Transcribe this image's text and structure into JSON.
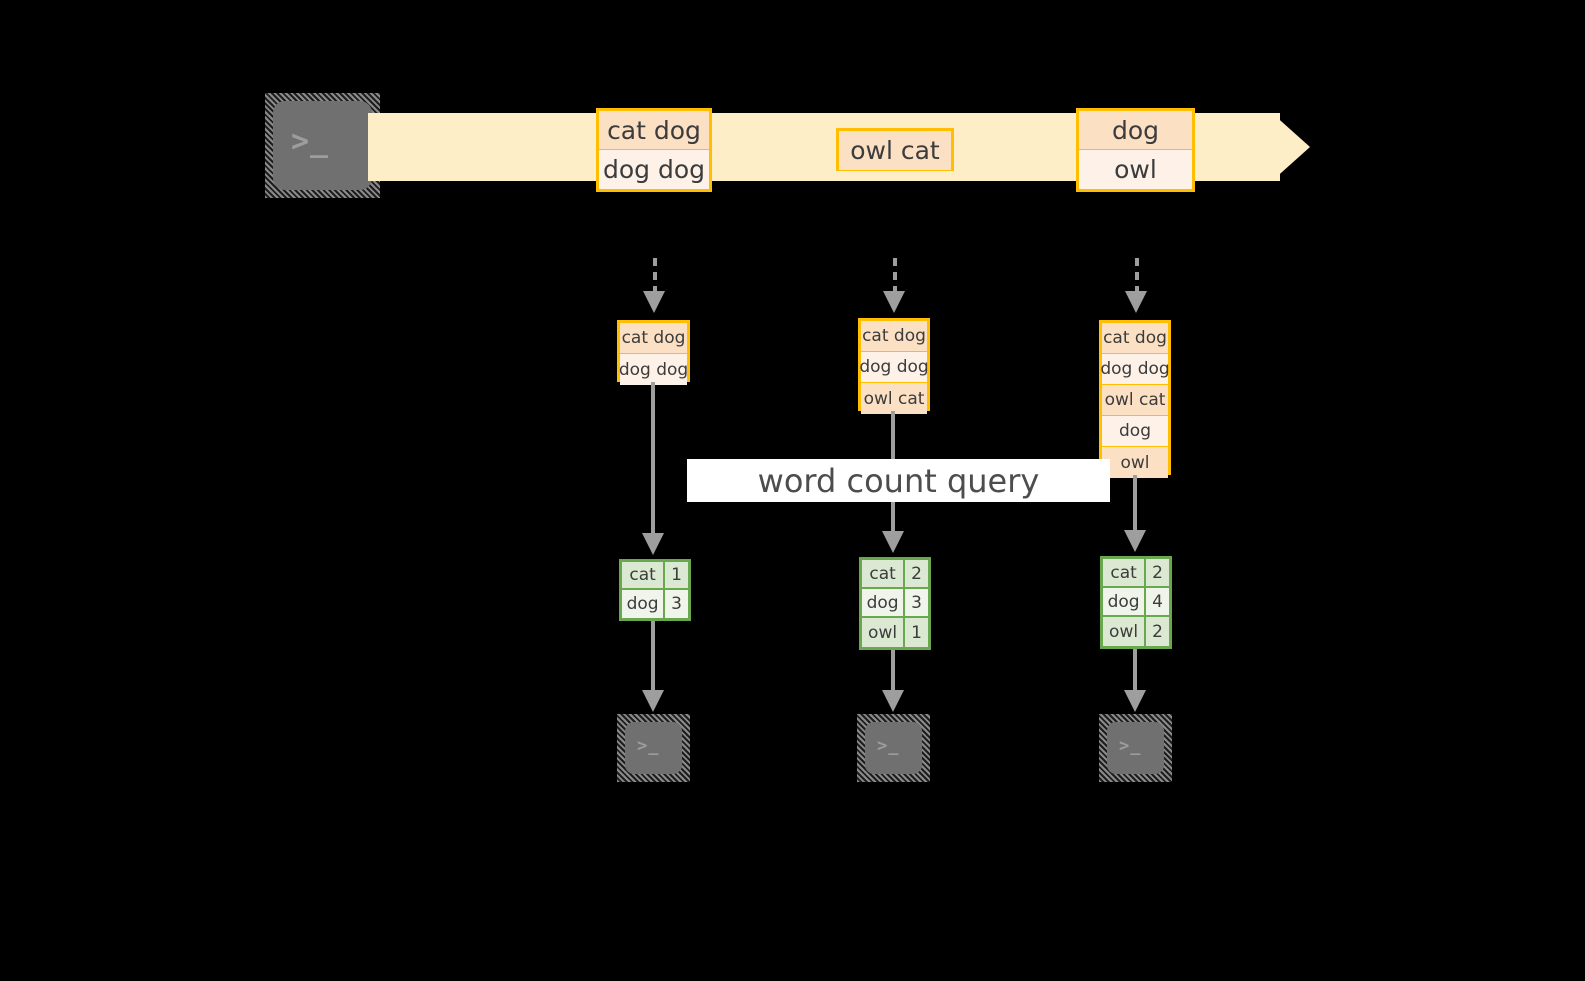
{
  "diagram": {
    "title_label": "word count query",
    "colors": {
      "background": "#000000",
      "timeline_band": "#fdeec8",
      "stream_border": "#ffbf00",
      "stream_cell_dark": "#fce0c4",
      "stream_cell_light": "#fdf1e8",
      "table_border": "#6aa84f",
      "table_cell_dark": "#dce9d2",
      "table_cell_light": "#f0f5ec",
      "connector": "#9e9e9e",
      "terminal_fill": "#707070",
      "label_background": "#ffffff",
      "text": "#3c3c3c"
    },
    "producer": {
      "icon": "terminal-icon",
      "glyph": ">_"
    },
    "timeline_events": [
      {
        "id": "event-1",
        "lines": [
          "cat dog",
          "dog dog"
        ]
      },
      {
        "id": "event-2",
        "lines": [
          "owl cat"
        ]
      },
      {
        "id": "event-3",
        "lines": [
          "dog",
          "owl"
        ]
      }
    ],
    "snapshots": [
      {
        "id": "snapshot-1",
        "stream_lines": [
          "cat dog",
          "dog dog"
        ],
        "result": {
          "rows": [
            {
              "word": "cat",
              "count": "1"
            },
            {
              "word": "dog",
              "count": "3"
            }
          ]
        },
        "consumer": {
          "icon": "terminal-icon",
          "glyph": ">_"
        }
      },
      {
        "id": "snapshot-2",
        "stream_lines": [
          "cat dog",
          "dog dog",
          "owl cat"
        ],
        "result": {
          "rows": [
            {
              "word": "cat",
              "count": "2"
            },
            {
              "word": "dog",
              "count": "3"
            },
            {
              "word": "owl",
              "count": "1"
            }
          ]
        },
        "consumer": {
          "icon": "terminal-icon",
          "glyph": ">_"
        }
      },
      {
        "id": "snapshot-3",
        "stream_lines": [
          "cat dog",
          "dog dog",
          "owl cat",
          "dog",
          "owl"
        ],
        "result": {
          "rows": [
            {
              "word": "cat",
              "count": "2"
            },
            {
              "word": "dog",
              "count": "4"
            },
            {
              "word": "owl",
              "count": "2"
            }
          ]
        },
        "consumer": {
          "icon": "terminal-icon",
          "glyph": ">_"
        }
      }
    ]
  }
}
